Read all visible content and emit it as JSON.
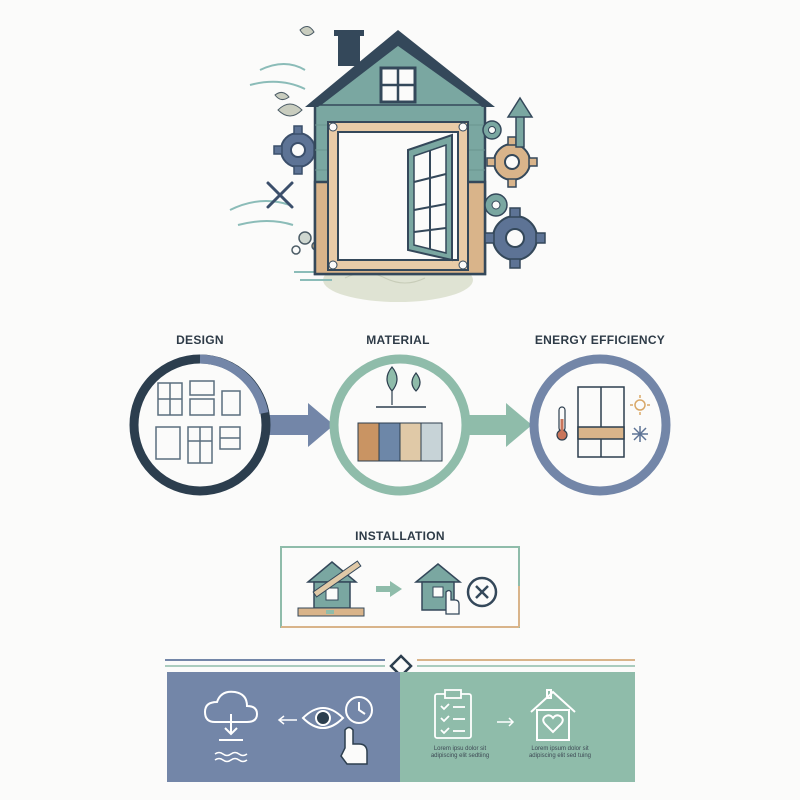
{
  "steps": [
    {
      "label": "DESIGN"
    },
    {
      "label": "MATERIAL"
    },
    {
      "label": "ENERGY EFFICIENCY"
    }
  ],
  "installation": {
    "label": "INSTALLATION"
  },
  "bottom": {
    "left_text_1": "Lorem ipsu dolor sit",
    "left_text_2": "adipiscing elit sedtiing",
    "right_text_1": "Lorem ipsum dolor sit",
    "right_text_2": "adipiscing elit sed tuing"
  },
  "colors": {
    "navy": "#2c3e4e",
    "slate_blue": "#6f82a3",
    "sage": "#7fb3a4",
    "tan": "#d9b48a",
    "bottom_left_bg": "#7386a8",
    "bottom_right_bg": "#8fbcaa"
  },
  "icons": [
    "house-icon",
    "gear-icon",
    "window-icon",
    "leaf-icon",
    "droplet-icon",
    "thermometer-icon",
    "sun-icon",
    "snowflake-icon",
    "cloud-download-icon",
    "eye-icon",
    "clock-icon",
    "hand-pointer-icon",
    "clipboard-checklist-icon",
    "house-heart-icon",
    "level-tool-icon",
    "close-circle-icon",
    "wrench-icon",
    "arrow-up-icon"
  ]
}
